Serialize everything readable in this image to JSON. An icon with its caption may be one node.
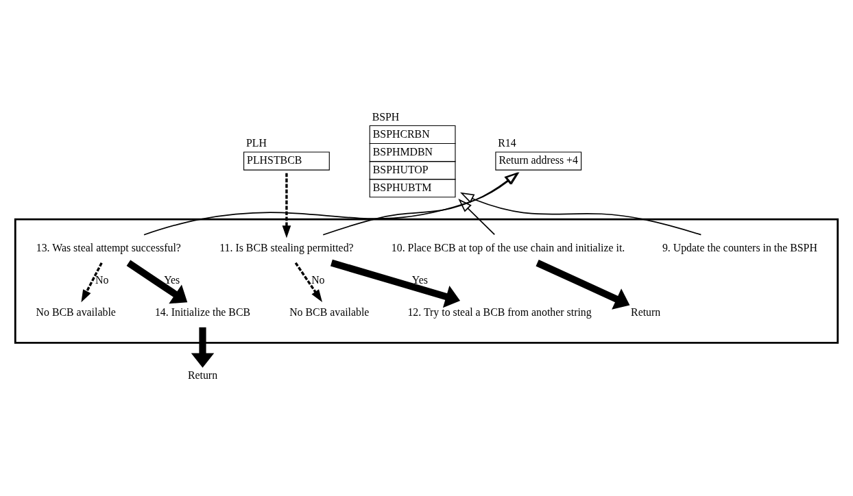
{
  "diagram": {
    "nodes": [
      {
        "text": [
          "PLH",
          "PLHSTBCB"
        ]
      },
      {
        "text": [],
        "shape": "box"
      },
      {
        "text": [
          "9. Update the counters in the BSPH"
        ],
        "in": 1
      },
      {
        "text": [
          "10. Place BCB at top of the use chain and initialize it."
        ],
        "in": 1
      },
      {
        "text": [
          "Return"
        ],
        "in": 1
      },
      {
        "text": [
          "11. Is BCB stealing permitted?"
        ],
        "in": 1
      },
      {
        "text": [
          "No BCB available"
        ],
        "in": 1
      },
      {
        "text": [
          "12. Try to steal a BCB from another string"
        ],
        "in": 1
      },
      {
        "text": [
          "13. Was steal attempt successful?"
        ],
        "in": 1
      },
      {
        "text": [
          "No BCB available"
        ],
        "in": 1
      },
      {
        "text": [
          "14. Initialize the BCB"
        ],
        "in": 1
      },
      {
        "text": [
          "Return"
        ]
      },
      {
        "text": [
          "BSPH",
          "BSPHCRBN",
          "BSPHMDBN",
          "BSPHUTOP",
          "BSPHUBTM"
        ]
      },
      {
        "text": [
          "R14",
          "Return address +4"
        ]
      }
    ],
    "edges": [
      {
        "from": 2,
        "to": 12,
        "arrow": "to"
      },
      {
        "from": 3,
        "to": 12,
        "arrow": "to"
      },
      {
        "from": 3,
        "to": 4,
        "arrow": "to",
        "style": "thick"
      },
      {
        "from": 0,
        "to": 5,
        "arrow": "to",
        "style": "dashed"
      },
      {
        "from": 5,
        "to": 13,
        "arrow": "to"
      },
      {
        "from": 5,
        "to": 6,
        "arrow": "to",
        "label": "No",
        "style": "dashed"
      },
      {
        "from": 5,
        "to": 7,
        "arrow": "to",
        "label": "Yes",
        "style": "thick"
      },
      {
        "from": 8,
        "to": 13,
        "arrow": "to"
      },
      {
        "from": 8,
        "to": 9,
        "arrow": "to",
        "label": "No",
        "style": "dashed"
      },
      {
        "from": 8,
        "to": 10,
        "arrow": "to",
        "label": "Yes",
        "style": "thick"
      },
      {
        "from": 10,
        "to": 11,
        "arrow": "to",
        "style": "thick"
      }
    ]
  }
}
